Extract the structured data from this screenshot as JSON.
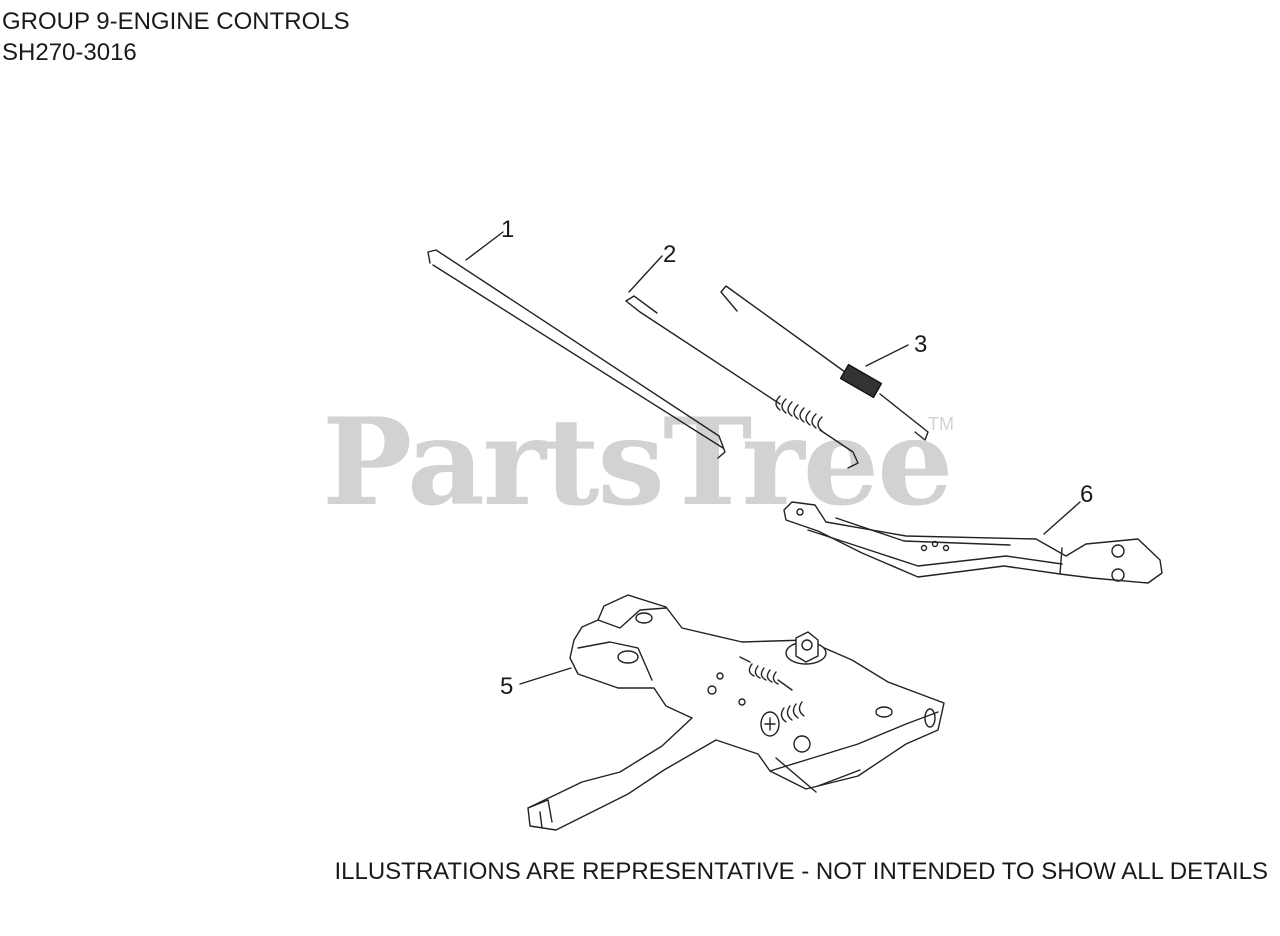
{
  "header": {
    "title": "GROUP 9-ENGINE CONTROLS",
    "model": "SH270-3016"
  },
  "watermark": {
    "brand": "PartsTree",
    "tm": "TM"
  },
  "callouts": [
    "1",
    "2",
    "3",
    "5",
    "6"
  ],
  "footer": {
    "disclaimer": "ILLUSTRATIONS ARE REPRESENTATIVE - NOT INTENDED TO SHOW ALL DETAILS"
  }
}
